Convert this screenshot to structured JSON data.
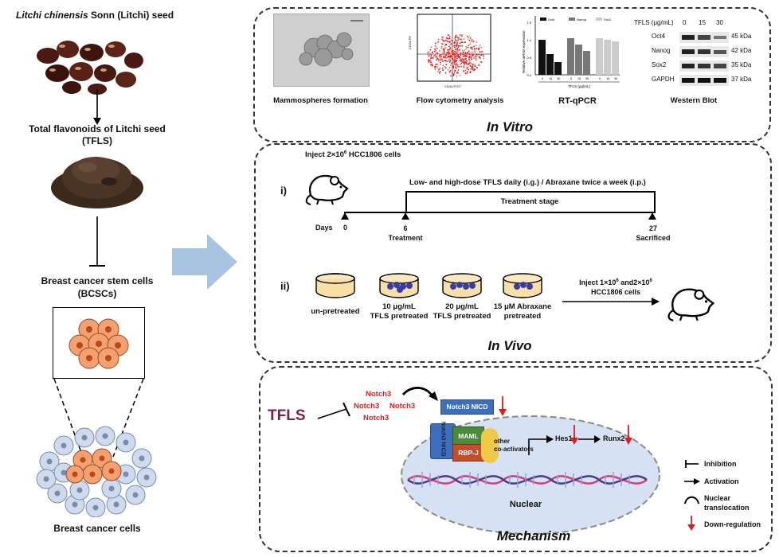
{
  "left": {
    "seed_title_italic": "Litchi chinensis",
    "seed_title_rest": " Sonn (Litchi) seed",
    "tfls_label_line1": "Total flavonoids of Litchi seed",
    "tfls_label_line2": "(TFLS)",
    "bcsc_line1": "Breast cancer stem cells",
    "bcsc_line2": "(BCSCs)",
    "cells_label": "Breast cancer cells"
  },
  "in_vitro": {
    "title": "In Vitro",
    "mammo_label": "Mammospheres formation",
    "flow_label": "Flow cytometry analysis",
    "rtqpcr_label": "RT-qPCR",
    "western_label": "Western Blot",
    "rtqpcr": {
      "legend": [
        "Oct4",
        "Nanog",
        "Sox2"
      ],
      "ylabel": "Relative mRNA expression",
      "xlabel": "TFLS (μg/mL)",
      "ticks": [
        "0",
        "15",
        "30"
      ],
      "yticks": [
        "0.0",
        "0.5",
        "1.0",
        "1.5"
      ]
    },
    "western": {
      "header": "TFLS (μg/mL)",
      "doses": [
        "0",
        "15",
        "30"
      ],
      "proteins": [
        "Oct4",
        "Nanog",
        "Sox2",
        "GAPDH"
      ],
      "sizes": [
        "45 kDa",
        "42 kDa",
        "35 kDa",
        "37 kDa"
      ]
    }
  },
  "in_vivo": {
    "title": "In Vivo",
    "inject_text": "Inject 2×10",
    "inject_sup": "6",
    "inject_rest": " HCC1806 cells",
    "step1": "i)",
    "step2": "ii)",
    "dose_text": "Low- and high-dose TFLS daily (i.g.) / Abraxane twice a week (i.p.)",
    "treatment_stage": "Treatment stage",
    "days_label": "Days",
    "day0": "0",
    "day6": "6",
    "day6_sub": "Treatment",
    "day27": "27",
    "day27_sub": "Sacrificed",
    "dishes": [
      {
        "l1": "un-pretreated",
        "l2": ""
      },
      {
        "l1": "10 μg/mL",
        "l2": "TFLS pretreated"
      },
      {
        "l1": "20 μg/mL",
        "l2": "TFLS pretreated"
      },
      {
        "l1": "15 μM Abraxane",
        "l2": "pretreated"
      }
    ],
    "inject2_a": "Inject 1×10",
    "inject2_sup1": "6",
    "inject2_b": " and2×10",
    "inject2_sup2": "6",
    "inject2_line2": "HCC1806 cells"
  },
  "mechanism": {
    "title": "Mechanism",
    "tfls": "TFLS",
    "notch3_labels": [
      "Notch3",
      "Notch3",
      "Notch3",
      "Notch3"
    ],
    "nicd_box": "Notch3  NICD",
    "nicd_vertical": "Notch3 NICD",
    "maml": "MAML",
    "rbpj": "RBP-J",
    "coact_line1": "other",
    "coact_line2": "co-activators",
    "hes1": "Hes1",
    "runx2": "Runx2",
    "nuclear": "Nuclear",
    "legend": [
      {
        "label": "Inhibition"
      },
      {
        "label": "Activation"
      },
      {
        "label": "Nuclear\ntranslocation"
      },
      {
        "label": "Down-regulation"
      }
    ],
    "colors": {
      "red": "#d42020",
      "nucleus": "#d6e2f4",
      "nicd": "#3d6fbd",
      "maml": "#4a8a3a",
      "rbpj": "#c0502a",
      "coact": "#f0c84a",
      "tfls": "#7a1f4a"
    }
  }
}
